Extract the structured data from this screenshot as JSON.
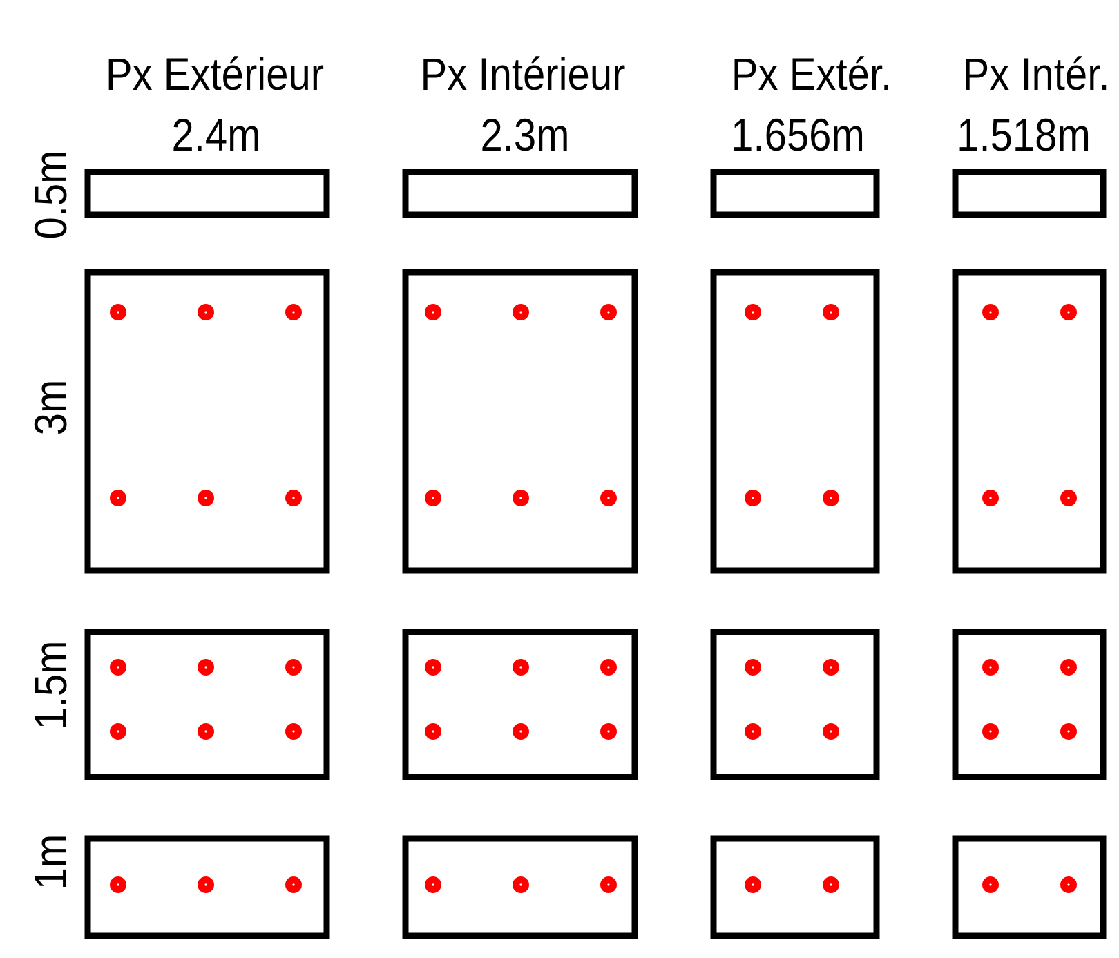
{
  "colors": {
    "outline": "#000000",
    "dot": "#ff0000",
    "background": "#ffffff"
  },
  "columns": [
    {
      "name": "Px Extérieur",
      "width_label": "2.4m",
      "dots_per_row": 3
    },
    {
      "name": "Px Intérieur",
      "width_label": "2.3m",
      "dots_per_row": 3
    },
    {
      "name": "Px Extér.",
      "width_label": "1.656m",
      "dots_per_row": 2
    },
    {
      "name": "Px Intér.",
      "width_label": "1.518m",
      "dots_per_row": 2
    }
  ],
  "rows": [
    {
      "height_label": "0.5m",
      "dot_rows": 0
    },
    {
      "height_label": "3m",
      "dot_rows": 2
    },
    {
      "height_label": "1.5m",
      "dot_rows": 2
    },
    {
      "height_label": "1m",
      "dot_rows": 1
    }
  ]
}
